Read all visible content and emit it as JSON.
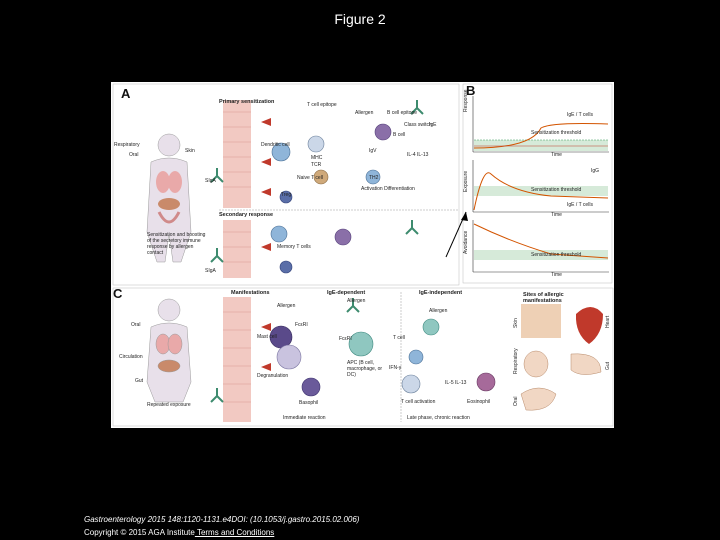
{
  "title": "Figure 2",
  "footer": {
    "citation": "Gastroenterology 2015 148:1120-1131.e4DOI: (10.1053/j.gastro.2015.02.006)",
    "copyright": "Copyright © 2015 AGA Institute",
    "link": " Terms and Conditions"
  },
  "panels": {
    "a": "A",
    "b": "B",
    "c": "C"
  },
  "panel_a": {
    "primary": "Primary sensitization",
    "secondary": "Secondary response",
    "tcell_epitope": "T cell epitope",
    "allergen": "Allergen",
    "bcell_epitope": "B cell epitope",
    "ige": "IgE",
    "dendritic": "Dendritic cell",
    "igv": "IgV",
    "bcell": "B cell",
    "class_switch": "Class switch",
    "mhc": "MHC",
    "tcr": "TCR",
    "naive": "Naive T cell",
    "th2": "TH2",
    "il": "IL-4 IL-13",
    "treg": "Treg",
    "activation": "Activation Differentiation",
    "respiratory": "Respiratory",
    "oral": "Oral",
    "skin": "Skin",
    "siga": "SIgA",
    "sens_text": "Sensitization and boosting of the secretory immune response by allergen contact",
    "memory": "Memory T cells"
  },
  "panel_b": {
    "response": "Response",
    "exposure": "Exposure",
    "avoidance": "Avoidance",
    "time": "Time",
    "sens_threshold": "Sensitization threshold",
    "ige_t_cells": "IgE / T cells",
    "igg": "IgG"
  },
  "panel_c": {
    "manifestations": "Manifestations",
    "ige_dep": "IgE-dependent",
    "ige_indep": "IgE-independent",
    "allergen": "Allergen",
    "fceri": "FcεRI",
    "mast": "Mast cell",
    "degranulation": "Degranulation",
    "basophil": "Basophil",
    "apc": "APC (B cell, macrophage, or DC)",
    "tcell": "T cell",
    "ifn": "IFN-γ",
    "tcell_act": "T cell activation",
    "eos": "Eosinophil",
    "il5": "IL-5 IL-13",
    "immediate": "Immediate reaction",
    "late": "Late phase, chronic reaction",
    "oral": "Oral",
    "circulation": "Circulation",
    "gut": "Gut",
    "repeated": "Repeated exposure",
    "sites": "Sites of allergic manifestations",
    "site_skin": "Skin",
    "site_heart": "Heart",
    "site_resp": "Respiratory",
    "site_gut": "Gut",
    "site_oral": "Oral"
  }
}
